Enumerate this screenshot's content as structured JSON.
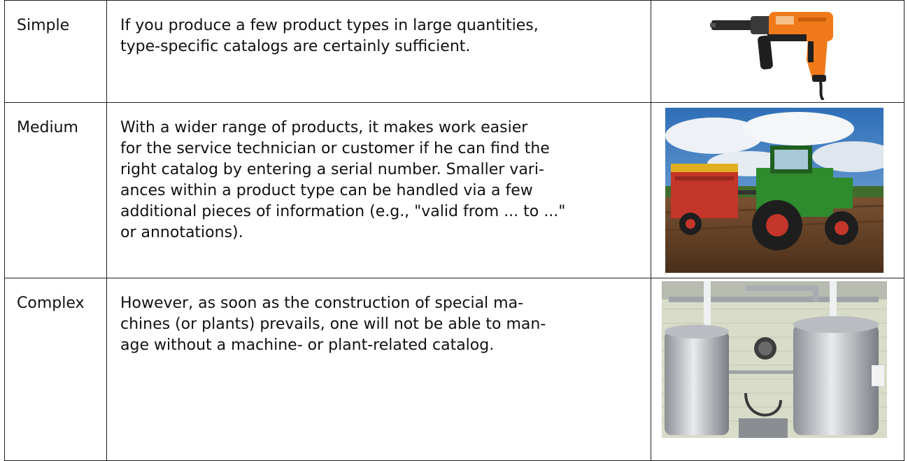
{
  "rows": [
    {
      "level": "Simple",
      "description": "If you produce a few product types in large quantities,\ntype-specific catalogs are certainly sufficient.",
      "image": "power-drill-photo"
    },
    {
      "level": "Medium",
      "description": "With a wider range of products, it makes work easier\nfor the service technician or customer if he can find the\nright catalog by entering a serial number. Smaller vari-\nances within a product type can be handled via a few\nadditional pieces of information (e.g., \"valid from ... to ...\"\nor annotations).",
      "image": "tractor-field-photo"
    },
    {
      "level": "Complex",
      "description": "However, as soon as the construction of special ma-\nchines (or plants) prevails, one will not be able to man-\nage without a machine- or plant-related catalog.",
      "image": "brewery-tanks-photo"
    }
  ],
  "colors": {
    "border": "#222222",
    "drill_orange": "#f07a1a",
    "tractor_green": "#2e8b2e",
    "steel": "#c9ccd0"
  }
}
